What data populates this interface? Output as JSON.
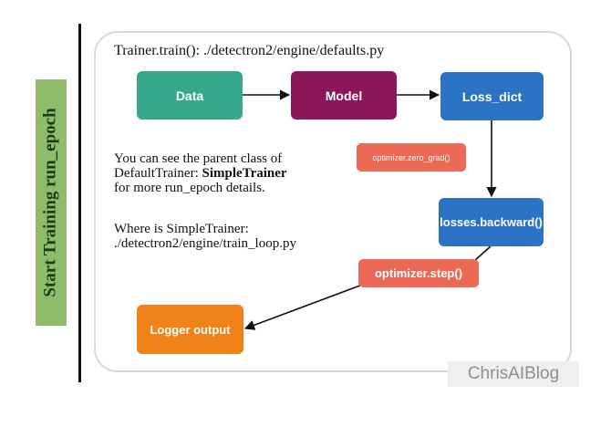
{
  "side_label": "Start Training run_epoch",
  "title": "Trainer.train(): ./detectron2/engine/defaults.py",
  "nodes": {
    "data": "Data",
    "model": "Model",
    "loss_dict": "Loss_dict",
    "zero_grad": "optimizer.zero_grad()",
    "backward": "losses.backward()",
    "step": "optimizer.step()",
    "logger": "Logger output"
  },
  "note1": {
    "line1": "You can see the parent class of",
    "line2_prefix": "DefaultTrainer: ",
    "line2_bold": "SimpleTrainer",
    "line3": "for more run_epoch details."
  },
  "note2": {
    "line1": "Where is SimpleTrainer:",
    "line2": "./detectron2/engine/train_loop.py"
  },
  "watermark": "ChrisAIBlog",
  "colors": {
    "data": "#36a98a",
    "model": "#8b1659",
    "loss": "#2d73c5",
    "optimizer": "#ec6a55",
    "logger": "#f08219",
    "side_label_bg": "#8fbc6b"
  }
}
